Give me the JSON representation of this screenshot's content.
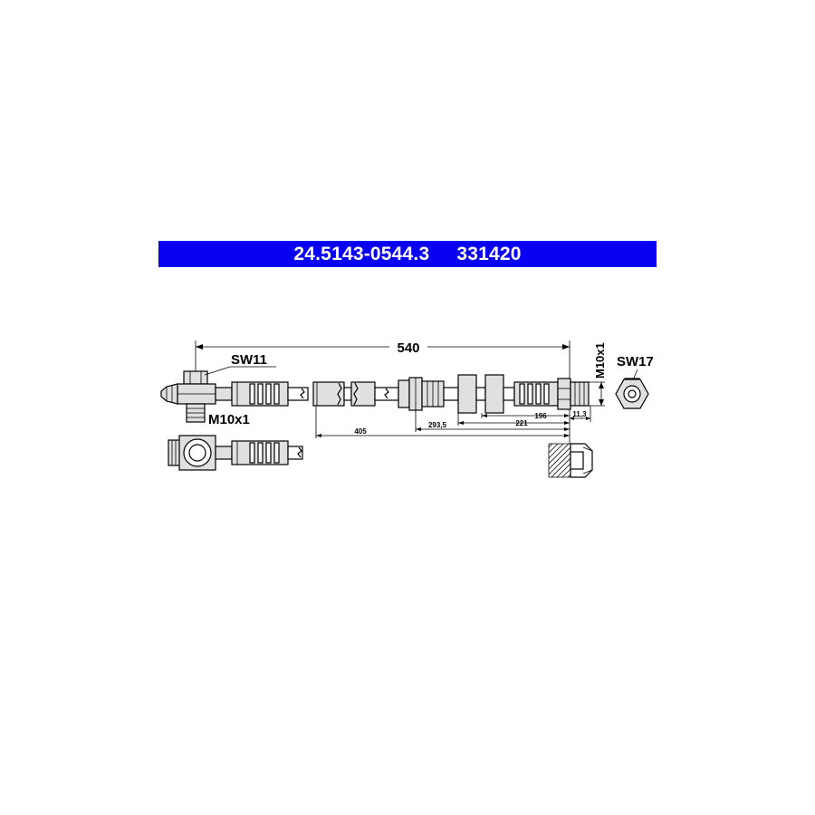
{
  "header": {
    "part_number": "24.5143-0544.3",
    "ref_number": "331420",
    "background": "#0a00f2"
  },
  "dimensions": {
    "total_length": "540",
    "d405": "405",
    "d293": "293,5",
    "d221": "221",
    "d196": "196",
    "d11": "11,3"
  },
  "labels": {
    "sw_left": "SW11",
    "thread_left": "M10x1",
    "thread_right": "M10x1",
    "sw_right": "SW17"
  }
}
